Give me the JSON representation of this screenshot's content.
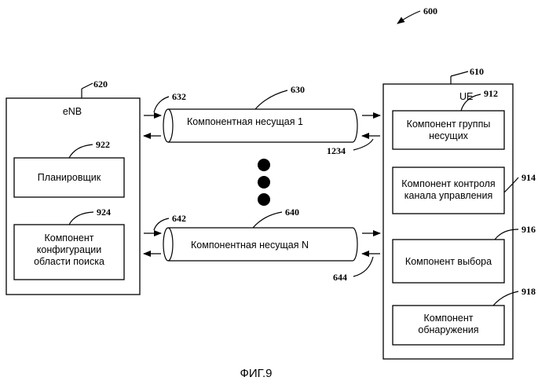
{
  "figure": {
    "number": "600",
    "caption": "ФИГ.9"
  },
  "enb": {
    "ref": "620",
    "title": "eNB",
    "scheduler": {
      "ref": "922",
      "label": "Планировщик"
    },
    "search_config": {
      "ref": "924",
      "lines": [
        "Компонент",
        "конфигурации",
        "области поиска"
      ]
    }
  },
  "ue": {
    "ref": "610",
    "title": "UE",
    "carrier_group": {
      "ref": "912",
      "lines": [
        "Компонент группы",
        "несущих"
      ]
    },
    "control_monitor": {
      "ref": "914",
      "lines": [
        "Компонент контроля",
        "канала управления"
      ]
    },
    "selection": {
      "ref": "916",
      "label": "Компонент выбора"
    },
    "detection": {
      "ref": "918",
      "lines": [
        "Компонент",
        "обнаружения"
      ]
    }
  },
  "carriers": [
    {
      "ref": "630",
      "label": "Компонентная несущая 1",
      "tx_ref": "632",
      "rx_ref": "1234"
    },
    {
      "ref": "640",
      "label": "Компонентная несущая N",
      "tx_ref": "642",
      "rx_ref": "644"
    }
  ]
}
